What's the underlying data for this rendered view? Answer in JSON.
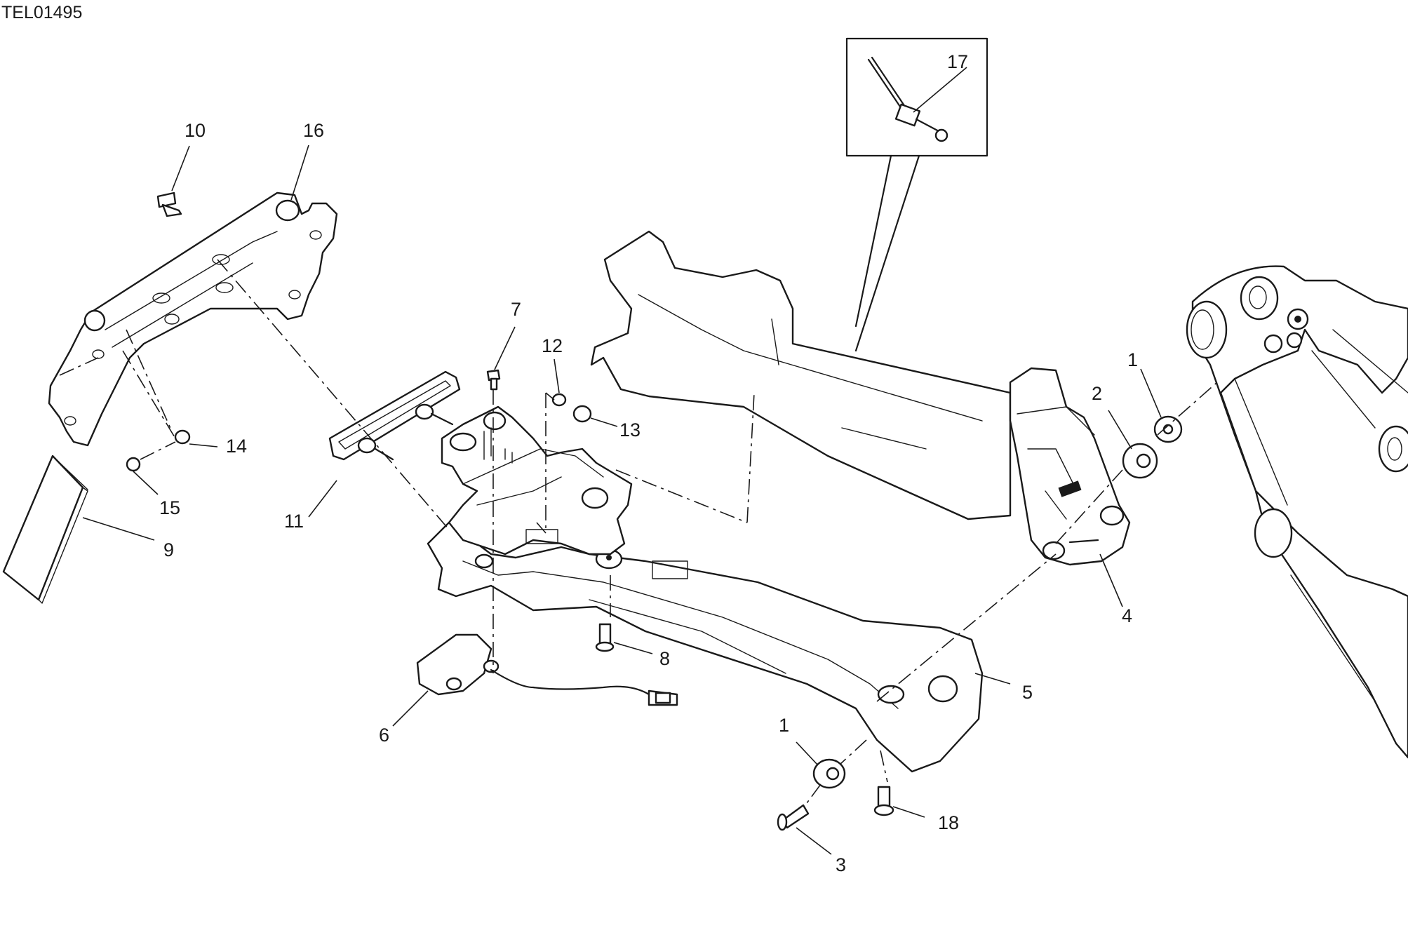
{
  "drawing_code": "TEL01495",
  "callouts": {
    "c1a": "1",
    "c1b": "1",
    "c2": "2",
    "c3": "3",
    "c4": "4",
    "c5": "5",
    "c6": "6",
    "c7": "7",
    "c8": "8",
    "c9": "9",
    "c10": "10",
    "c11": "11",
    "c12": "12",
    "c13": "13",
    "c14": "14",
    "c15": "15",
    "c16": "16",
    "c17": "17",
    "c18": "18"
  }
}
